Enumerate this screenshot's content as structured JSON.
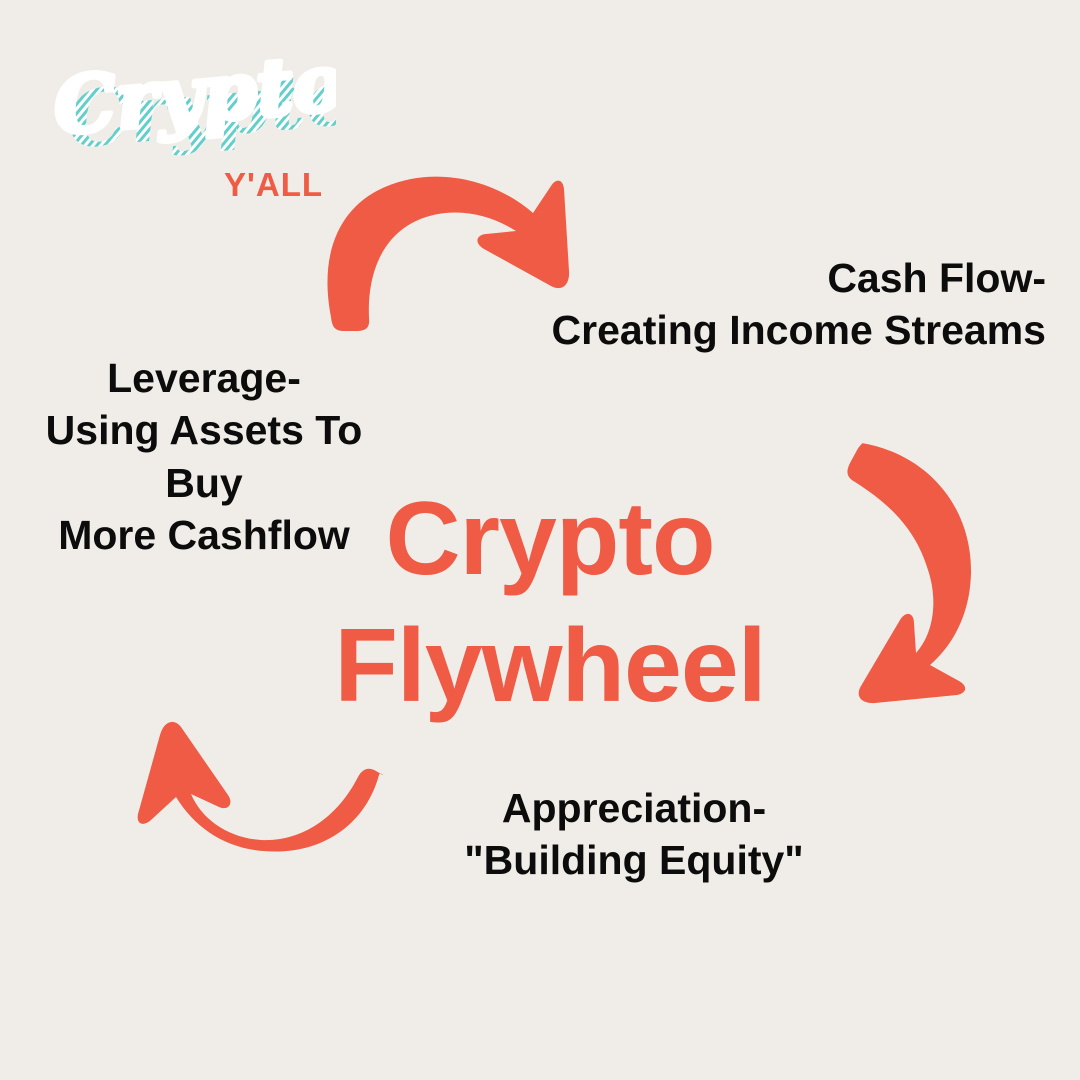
{
  "colors": {
    "background": "#F0EDE8",
    "accent_orange": "#EF5B44",
    "logo_teal": "#63CFCB",
    "logo_white": "#FFFFFF",
    "label_black": "#0C0C0C"
  },
  "brand": {
    "wordmark": "Crypto",
    "tagline": "Y'ALL"
  },
  "center": {
    "title": "Crypto\nFlywheel"
  },
  "labels": {
    "cash_flow": "Cash Flow-\nCreating Income Streams",
    "leverage": "Leverage-\nUsing Assets To Buy\nMore Cashflow",
    "appreciation": "Appreciation-\n\"Building Equity\""
  },
  "arrows": [
    {
      "name": "arrow-top-right",
      "direction": "clockwise-top"
    },
    {
      "name": "arrow-right-down",
      "direction": "clockwise-right"
    },
    {
      "name": "arrow-bottom-left-up",
      "direction": "clockwise-bottom"
    }
  ]
}
